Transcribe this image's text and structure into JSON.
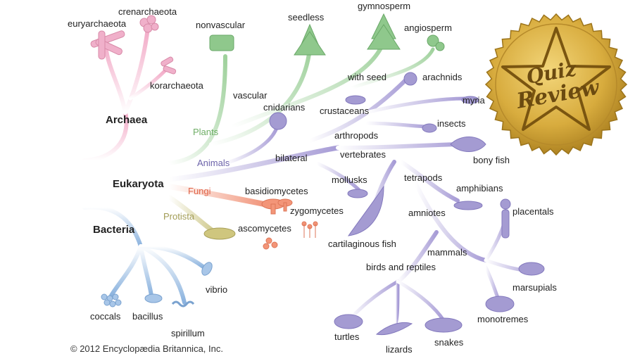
{
  "labels": {
    "euryarchaeota": "euryarchaeota",
    "crenarchaeota": "crenarchaeota",
    "korarchaeota": "korarchaeota",
    "archaea": "Archaea",
    "nonvascular": "nonvascular",
    "seedless": "seedless",
    "gymnosperm": "gymnosperm",
    "angiosperm": "angiosperm",
    "with_seed": "with seed",
    "vascular": "vascular",
    "plants": "Plants",
    "arachnids": "arachnids",
    "myria": "myria",
    "cnidarians": "cnidarians",
    "crustaceans": "crustaceans",
    "insects": "insects",
    "arthropods": "arthropods",
    "vertebrates": "vertebrates",
    "bony_fish": "bony fish",
    "bilateral": "bilateral",
    "animals": "Animals",
    "eukaryota": "Eukaryota",
    "fungi": "Fungi",
    "basidiomycetes": "basidiomycetes",
    "mollusks": "mollusks",
    "tetrapods": "tetrapods",
    "amphibians": "amphibians",
    "zygomycetes": "zygomycetes",
    "protista": "Protista",
    "bacteria": "Bacteria",
    "ascomycetes": "ascomycetes",
    "amniotes": "amniotes",
    "placentals": "placentals",
    "cartilaginous_fish": "cartilaginous fish",
    "mammals": "mammals",
    "birds_and_reptiles": "birds and reptiles",
    "vibrio": "vibrio",
    "marsupials": "marsupials",
    "coccals": "coccals",
    "bacillus": "bacillus",
    "monotremes": "monotremes",
    "spirillum": "spirillum",
    "turtles": "turtles",
    "snakes": "snakes",
    "lizards": "lizards"
  },
  "badge": {
    "line1": "Quiz",
    "line2": "Review"
  },
  "copyright": "© 2012 Encyclopædia Britannica, Inc.",
  "colors": {
    "archaea": "#e8a6c0",
    "plants": "#9cc99a",
    "animals": "#a9a0d4",
    "fungi": "#ef8a6a",
    "protista": "#c9c48a",
    "bacteria": "#8fb4dc",
    "gold": "#d4a93c"
  }
}
